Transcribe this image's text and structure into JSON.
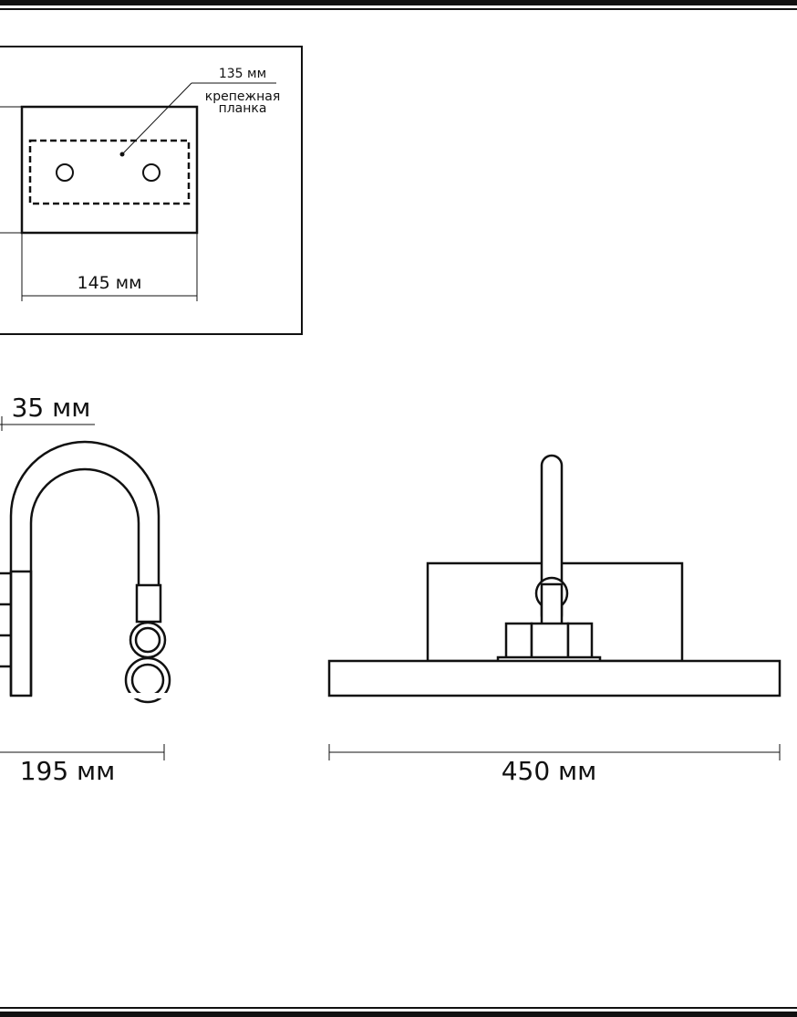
{
  "mounting_plate": {
    "width_label": "135 мм",
    "name_line1": "крепежная",
    "name_line2": "планка",
    "length_label": "145 мм"
  },
  "side_view": {
    "tube_label": "35 мм",
    "depth_label": "195 мм"
  },
  "front_view": {
    "width_label": "450 мм"
  },
  "colors": {
    "line": "#111111",
    "background": "#ffffff"
  }
}
